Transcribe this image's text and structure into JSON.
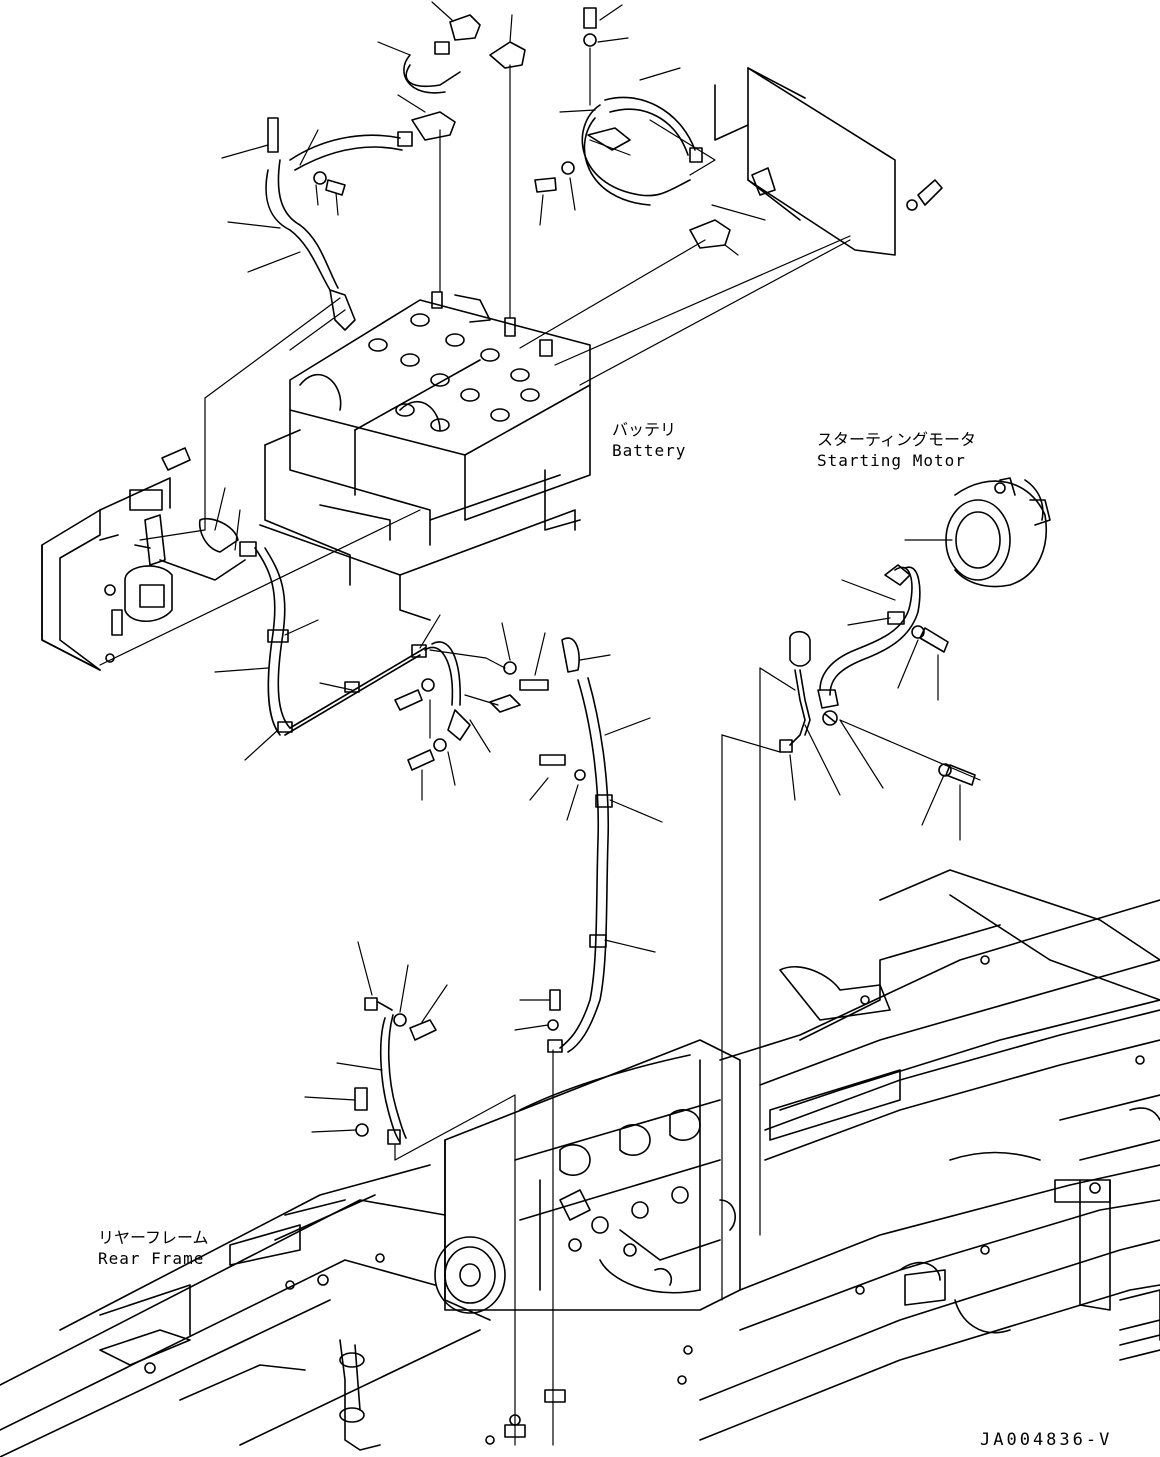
{
  "labels": {
    "battery_jp": "バッテリ",
    "battery_en": "Battery",
    "starting_motor_jp": "スターティングモータ",
    "starting_motor_en": "Starting Motor",
    "rear_frame_jp": "リヤーフレーム",
    "rear_frame_en": "Rear Frame",
    "drawing_number": "JA004836-V"
  },
  "colors": {
    "line": "#000000",
    "background": "#ffffff"
  }
}
